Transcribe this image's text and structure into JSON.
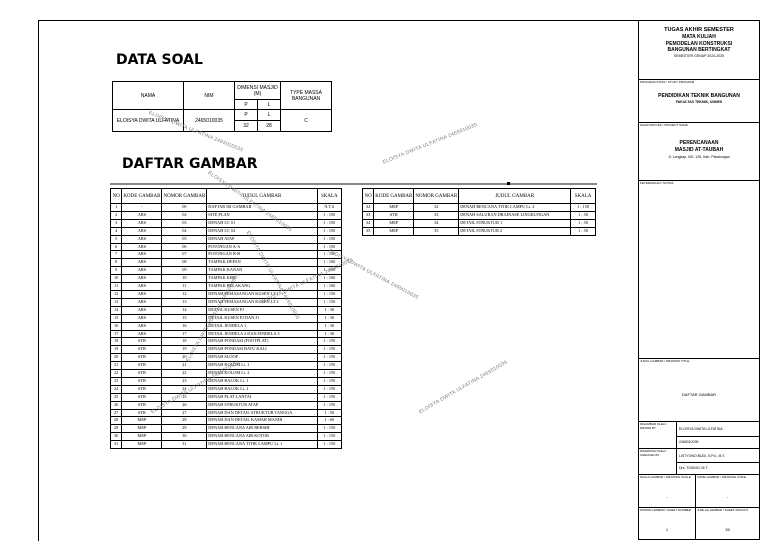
{
  "data_soal": {
    "title": "DATA SOAL",
    "headers": {
      "nama": "NAMA",
      "nim": "NIM",
      "dimensi": "DIMENSI MASJID (M)",
      "type": "TYPE MASSA BANGUNAN"
    },
    "dim_sub": [
      "P",
      "L"
    ],
    "row": {
      "nama": "ELOISYA DWITA ULFATINA",
      "nim": "2465010035",
      "p": "32",
      "l": "28",
      "type": "C"
    }
  },
  "daftar_gambar": {
    "title": "DAFTAR GAMBAR",
    "headers": [
      "NO",
      "KODE GAMBAR",
      "NOMOR GAMBAR",
      "JUDUL GAMBAR",
      "SKALA"
    ],
    "left_rows": [
      [
        "1",
        "-",
        "00",
        "DAFTAR ISI GAMBAR",
        "N.T.S"
      ],
      [
        "2",
        "ARS",
        "02",
        "SITE PLAN",
        "1 : 150"
      ],
      [
        "3",
        "ARS",
        "03",
        "DENAH LT. 01",
        "1 : 150"
      ],
      [
        "4",
        "ARS",
        "04",
        "DENAH LT. 02",
        "1 : 150"
      ],
      [
        "5",
        "ARS",
        "05",
        "DENAH ATAP",
        "1 : 150"
      ],
      [
        "6",
        "ARS",
        "06",
        "POTONGAN A-A",
        "1 : 150"
      ],
      [
        "7",
        "ARS",
        "07",
        "POTONGAN B-B",
        "1 : 150"
      ],
      [
        "8",
        "ARS",
        "08",
        "TAMPAK DEPAN",
        "1 : 100"
      ],
      [
        "9",
        "ARS",
        "09",
        "TAMPAK KANAN",
        "1 : 100"
      ],
      [
        "10",
        "ARS",
        "10",
        "TAMPAK KIRI",
        "1 : 100"
      ],
      [
        "11",
        "ARS",
        "11",
        "TAMPAK BELAKANG",
        "1 : 100"
      ],
      [
        "12",
        "ARS",
        "12",
        "DENAH PEMASANGAN KUSEN LT.1",
        "1 : 150"
      ],
      [
        "13",
        "ARS",
        "13",
        "DENAH PEMASANGAN KUSEN LT.2",
        "1 : 150"
      ],
      [
        "14",
        "ARS",
        "14",
        "DETAIL KUSEN PJ",
        "1 : 30"
      ],
      [
        "15",
        "ARS",
        "15",
        "DETAIL KUSEN PJ DAN J1",
        "1 : 30"
      ],
      [
        "16",
        "ARS",
        "16",
        "DETAIL JENDELA 1",
        "1 : 30"
      ],
      [
        "17",
        "ARS",
        "17",
        "DETAIL JENDELA 2 DAN JENDELA 3",
        "1 : 30"
      ],
      [
        "18",
        "STR",
        "18",
        "DENAH PONDASI (FOOTPLAT)",
        "1 : 150"
      ],
      [
        "19",
        "STR",
        "19",
        "DENAH PONDASI BATU KALI",
        "1 : 150"
      ],
      [
        "20",
        "STR",
        "20",
        "DENAH SLOOF",
        "1 : 150"
      ],
      [
        "21",
        "STR",
        "21",
        "DENAH KOLOM Lt. 1",
        "1 : 150"
      ],
      [
        "22",
        "STR",
        "22",
        "DENAH KOLOM Lt. 2",
        "1 : 150"
      ],
      [
        "23",
        "STR",
        "23",
        "DENAH BALOK Lt. 1",
        "1 : 150"
      ],
      [
        "24",
        "STR",
        "24",
        "DENAH BALOK Lt. 2",
        "1 : 150"
      ],
      [
        "25",
        "STR",
        "25",
        "DENAH PLAT LANTAI",
        "1 : 150"
      ],
      [
        "26",
        "STR",
        "26",
        "DENAH STRUKTUR ATAP",
        "1 : 150"
      ],
      [
        "27",
        "STR",
        "27",
        "DENAH DAN DETAIL STRUKTUR TANGGA",
        "1 : 50"
      ],
      [
        "28",
        "MEP",
        "28",
        "DENAH DAN DETAIL KAMAR MANDI",
        "1 : 60"
      ],
      [
        "29",
        "MEP",
        "29",
        "DENAH RENCANA AIR BERSIH",
        "1 : 150"
      ],
      [
        "30",
        "MEP",
        "30",
        "DENAH RENCANA AIR KOTOR",
        "1 : 150"
      ],
      [
        "31",
        "MEP",
        "31",
        "DENAH RENCANA TITIK LAMPU Lt. 1",
        "1 : 150"
      ]
    ],
    "right_rows": [
      [
        "32",
        "MEP",
        "32",
        "DENAH RENCANA TITIK LAMPU Lt. 2",
        "1 : 150"
      ],
      [
        "33",
        "STR",
        "33",
        "DENAH SALURAN DRAINASE LINGKUNGAN",
        "1 : 50"
      ],
      [
        "34",
        "MEP",
        "34",
        "DETAIL STRUKTUR 1",
        "1 : 50"
      ],
      [
        "35",
        "MEP",
        "35",
        "DETAIL STRUKTUR 2",
        "1 : 50"
      ]
    ]
  },
  "title_block": {
    "tugas": "TUGAS AKHIR SEMESTER",
    "mk1": "MATA KULIAH",
    "mk2": "PEMODELAN KONSTRUKSI",
    "mk3": "BANGUNAN BERTINGKAT",
    "semester": "SEMESTER GENAP 2024-2025",
    "program_label": "PROGRAM STUDI / STUDY PROGRAM",
    "program": "PENDIDIKAN TEKNIK BANGUNAN",
    "fakultas": "FAKULTAS TEKNIK, UNNES",
    "proyek_label": "NAMA PROYEK / PROJECT NAME",
    "proyek1": "PERENCANAAN",
    "proyek2": "MASJID AT-TAUBAH",
    "alamat": "Jl. Langkap, NO. 125, Kab. Pekalongan",
    "ket_label": "KETERANGAN / NOTES",
    "judul_label": "JUDUL GAMBAR / DRAWING TITLE",
    "judul": "DAFTAR GAMBAR",
    "dibuat_label": "DIGAMBAR OLEH / DRAWN BY",
    "dibuat": "ELOISYA DWITA ULFATINA",
    "nim": "2465010035",
    "diperiksa_label": "DIPERIKSA OLEH / CHECKED BY",
    "dosen1": "LISTYONO BUDI, S.Pd., M.T.",
    "dosen2": "Drs. TUSINO, M.T.",
    "skala_label": "SKALA GAMBAR / DRAWING SCALE",
    "kode_label": "KODE GAMBAR / DRAWING CODE",
    "skala": "-",
    "kode": "-",
    "nomor_label": "NOMOR LEMBAR / SHEET NUMBER",
    "jumlah_label": "JUMLAH LEMBAR / SHEET AMOUNT",
    "nomor": "1",
    "jumlah": "35"
  },
  "watermark": "ELOISYA DWITA ULFATINA 2465010035"
}
